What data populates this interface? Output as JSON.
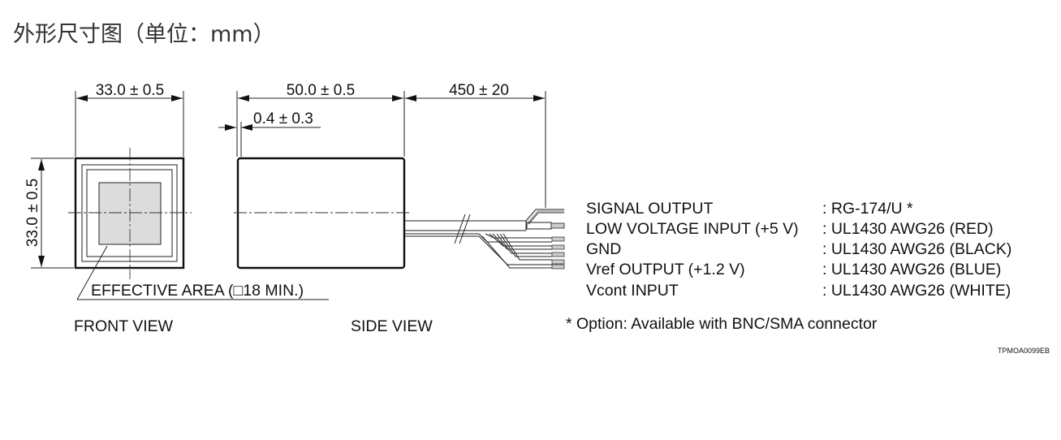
{
  "title": "外形尺寸图（单位：mm）",
  "dimensions": {
    "front_width": "33.0 ± 0.5",
    "front_height": "33.0 ± 0.5",
    "side_length": "50.0 ± 0.5",
    "window_offset": "0.4 ± 0.3",
    "cable_length": "450 ± 20"
  },
  "effective_area": "EFFECTIVE AREA (□18 MIN.)",
  "views": {
    "front": "FRONT VIEW",
    "side": "SIDE VIEW"
  },
  "wires": [
    {
      "name": "SIGNAL OUTPUT",
      "spec": ": RG-174/U *"
    },
    {
      "name": "LOW VOLTAGE INPUT (+5 V)",
      "spec": ": UL1430 AWG26 (RED)"
    },
    {
      "name": "GND",
      "spec": ": UL1430 AWG26 (BLACK)"
    },
    {
      "name": "Vref OUTPUT (+1.2 V)",
      "spec": ": UL1430 AWG26 (BLUE)"
    },
    {
      "name": "Vcont INPUT",
      "spec": ": UL1430 AWG26 (WHITE)"
    }
  ],
  "note": "* Option: Available with BNC/SMA connector",
  "drawing_code": "TPMOA0099EB"
}
